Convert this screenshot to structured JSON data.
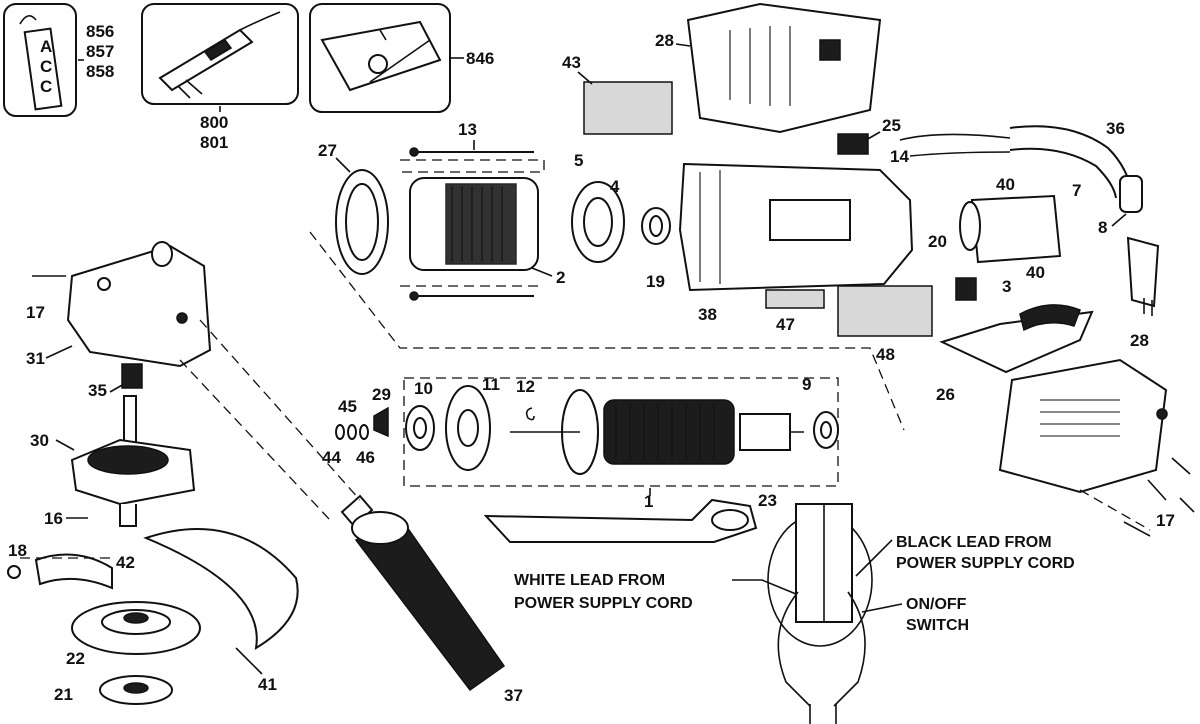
{
  "labels": {
    "p856": "856",
    "p857": "857",
    "p858": "858",
    "p800": "800",
    "p801": "801",
    "p846": "846",
    "p43": "43",
    "p28a": "28",
    "p25": "25",
    "p36": "36",
    "p14": "14",
    "p13": "13",
    "p27": "27",
    "p5": "5",
    "p4": "4",
    "p2": "2",
    "p19": "19",
    "p38": "38",
    "p47": "47",
    "p48": "48",
    "p40a": "40",
    "p7": "7",
    "p20": "20",
    "p8": "8",
    "p40b": "40",
    "p3": "3",
    "p17a": "17",
    "p31": "31",
    "p35": "35",
    "p30": "30",
    "p45": "45",
    "p44": "44",
    "p46": "46",
    "p29": "29",
    "p10": "10",
    "p11": "11",
    "p12": "12",
    "p9": "9",
    "p1": "1",
    "p26": "26",
    "p28b": "28",
    "p23": "23",
    "p16": "16",
    "p18": "18",
    "p42": "42",
    "p22": "22",
    "p41": "41",
    "p21": "21",
    "p37": "37",
    "p17b": "17"
  },
  "notes": {
    "black_lead_1": "BLACK LEAD FROM",
    "black_lead_2": "POWER SUPPLY CORD",
    "white_lead_1": "WHITE LEAD FROM",
    "white_lead_2": "POWER SUPPLY CORD",
    "switch_1": "ON/OFF",
    "switch_2": "SWITCH"
  },
  "tag_letters": [
    "A",
    "C",
    "C"
  ]
}
